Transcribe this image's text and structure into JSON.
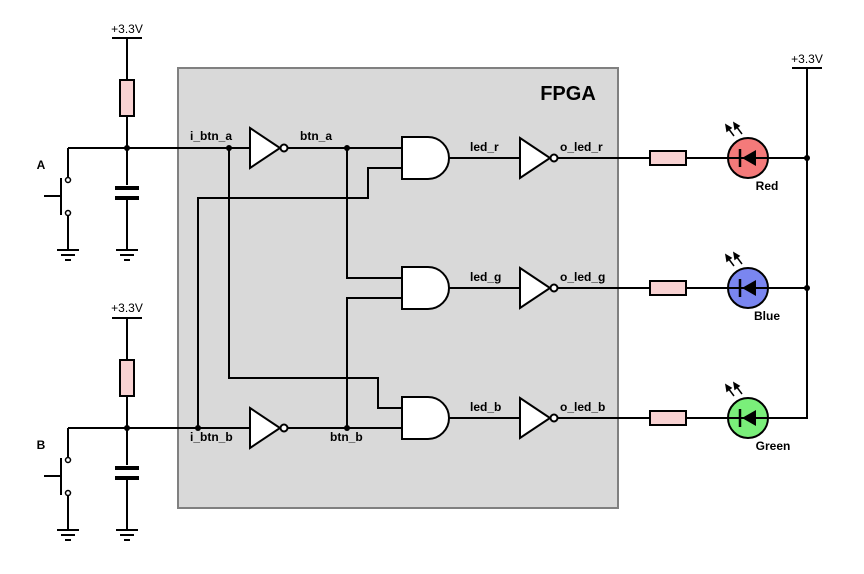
{
  "fpga": {
    "title": "FPGA",
    "fill": "#d9d9d9"
  },
  "supplies": {
    "top": "+3.3V",
    "bottom": "+3.3V",
    "right": "+3.3V"
  },
  "buttons": {
    "a_label": "A",
    "b_label": "B"
  },
  "signals": {
    "i_btn_a": "i_btn_a",
    "i_btn_b": "i_btn_b",
    "btn_a": "btn_a",
    "btn_b": "btn_b",
    "led_r": "led_r",
    "led_g": "led_g",
    "led_b": "led_b",
    "o_led_r": "o_led_r",
    "o_led_g": "o_led_g",
    "o_led_b": "o_led_b"
  },
  "leds": [
    {
      "label": "Red",
      "color": "#f47a7a"
    },
    {
      "label": "Blue",
      "color": "#7a86f0"
    },
    {
      "label": "Green",
      "color": "#7aef7a"
    }
  ],
  "colors": {
    "resistor": "#f8d2d2"
  }
}
